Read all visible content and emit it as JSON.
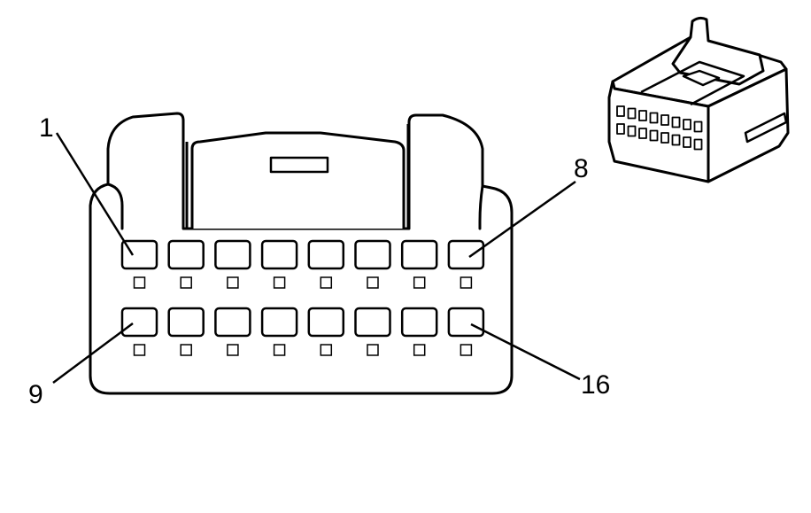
{
  "callouts": {
    "pin_1": "1",
    "pin_8": "8",
    "pin_9": "9",
    "pin_16": "16"
  },
  "connector": {
    "pin_rows": 2,
    "pins_per_row": 8
  },
  "colors": {
    "stroke": "#000000",
    "fill": "#ffffff"
  }
}
